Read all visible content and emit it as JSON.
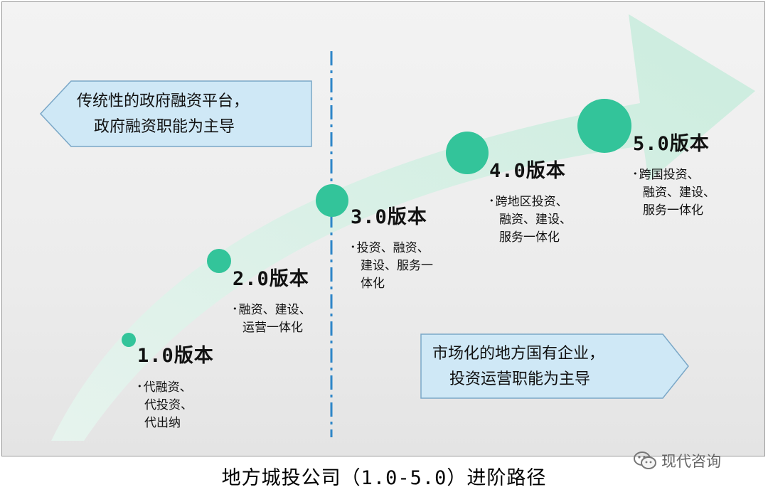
{
  "stages": [
    {
      "title": "1.0版本",
      "items": [
        "代融资、",
        "代投资、",
        "代出纳"
      ]
    },
    {
      "title": "2.0版本",
      "items": [
        "融资、建设、",
        "运营一体化"
      ]
    },
    {
      "title": "3.0版本",
      "items": [
        "投资、融资、",
        "建设、服务一",
        "体化"
      ]
    },
    {
      "title": "4.0版本",
      "items": [
        "跨地区投资、",
        "融资、建设、",
        "服务一体化"
      ]
    },
    {
      "title": "5.0版本",
      "items": [
        "跨国投资、",
        "融资、建设、",
        "服务一体化"
      ]
    }
  ],
  "left_callout": {
    "line1": "传统性的政府融资平台，",
    "line2": "政府融资职能为主导"
  },
  "right_callout": {
    "line1": "市场化的地方国有企业，",
    "line2": "投资运营职能为主导"
  },
  "caption": "地方城投公司（1.0-5.0）进阶路径",
  "watermark": {
    "text": "现代咨询",
    "icon": "wechat-icon"
  },
  "colors": {
    "arrow": "#d8f0e6",
    "circle": "#33c49a",
    "callout_fill": "#cfe8f6",
    "divider": "#2e86c8"
  }
}
